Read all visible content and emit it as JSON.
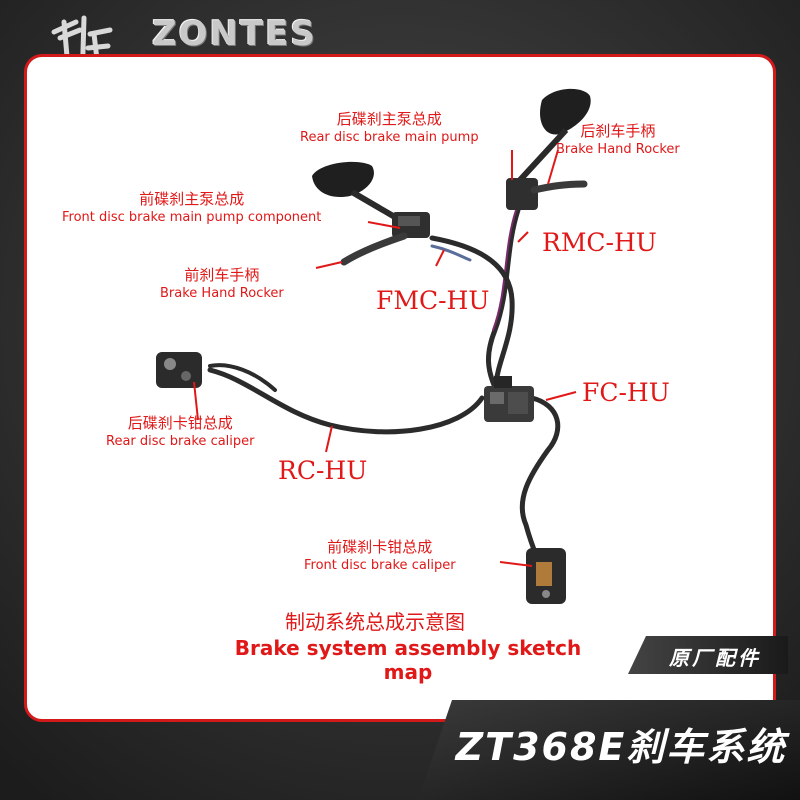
{
  "header": {
    "brand": "ZONTES"
  },
  "parts": {
    "rear_master": {
      "cn": "后碟刹主泵总成",
      "en": "Rear disc brake main pump"
    },
    "rear_lever": {
      "cn": "后刹车手柄",
      "en": "Brake Hand Rocker"
    },
    "front_master": {
      "cn": "前碟刹主泵总成",
      "en": "Front disc brake main pump component"
    },
    "front_lever": {
      "cn": "前刹车手柄",
      "en": "Brake Hand Rocker"
    },
    "rear_caliper": {
      "cn": "后碟刹卡钳总成",
      "en": "Rear disc brake caliper"
    },
    "front_caliper": {
      "cn": "前碟刹卡钳总成",
      "en": "Front disc brake caliper"
    }
  },
  "hoses": {
    "rmc": "RMC-HU",
    "fmc": "FMC-HU",
    "fc": "FC-HU",
    "rc": "RC-HU"
  },
  "title": {
    "cn": "制动系统总成示意图",
    "en": "Brake system assembly sketch map"
  },
  "badges": {
    "oem": "原厂配件",
    "model": "ZT368E刹车系统"
  },
  "colors": {
    "accent_red": "#e01818",
    "border_red": "#d21a1a",
    "background": "#2a2a2a"
  }
}
